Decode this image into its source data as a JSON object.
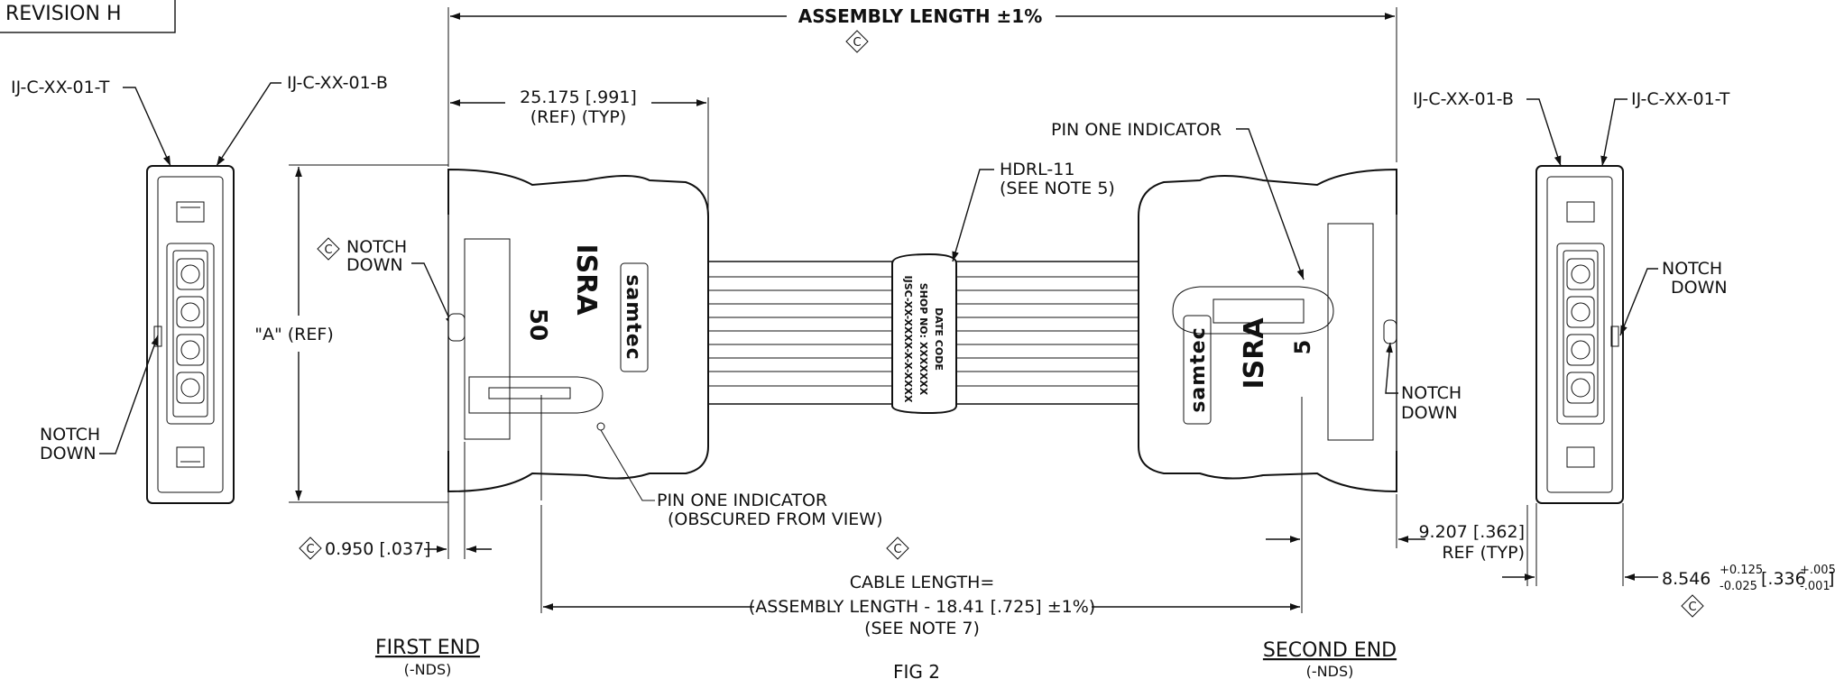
{
  "revision": "REVISION  H",
  "dimensions": {
    "assembly_length": "ASSEMBLY LENGTH ±1%",
    "ref_length": "25.175 [.991]",
    "ref_typ": "(REF) (TYP)",
    "a_ref": "\"A\" (REF)",
    "notch_dim": "0.950 [.037]",
    "ref_9207": "9.207 [.362]",
    "ref_typ2": "REF (TYP)",
    "width_main": "8.546",
    "width_tol_top": "+0.125",
    "width_tol_bot": "-0.025",
    "width_inch": "[.336",
    "width_inch_top": "+.005",
    "width_inch_bot": "-.001",
    "width_close": "]"
  },
  "cable": {
    "line1": "CABLE LENGTH=",
    "line2": "(ASSEMBLY LENGTH - 18.41 [.725] ±1%)",
    "line3": "(SEE NOTE 7)"
  },
  "labels": {
    "left_t": "IJ-C-XX-01-T",
    "left_b": "IJ-C-XX-01-B",
    "right_b": "IJ-C-XX-01-B",
    "right_t": "IJ-C-XX-01-T",
    "notch": "NOTCH",
    "down": "DOWN",
    "pin_one": "PIN ONE INDICATOR",
    "pin_one_obscured": "PIN ONE INDICATOR",
    "obscured": "(OBSCURED FROM VIEW)",
    "hdrl": "HDRL-11",
    "see_note5": "(SEE NOTE 5)",
    "symbol_c": "C"
  },
  "tag": {
    "line1": "IJSC-XX-XXXX-X-X-XXXX",
    "line2": "SHOP NO: XXXXXXX",
    "line3": "DATE CODE"
  },
  "brand": {
    "logo": "samtec",
    "product": "ISRA",
    "number_left": "50",
    "number_right": "5"
  },
  "views": {
    "first_end": "FIRST END",
    "first_end_sub": "(-NDS)",
    "second_end": "SECOND END",
    "second_end_sub": "(-NDS)",
    "fig": "FIG 2"
  }
}
